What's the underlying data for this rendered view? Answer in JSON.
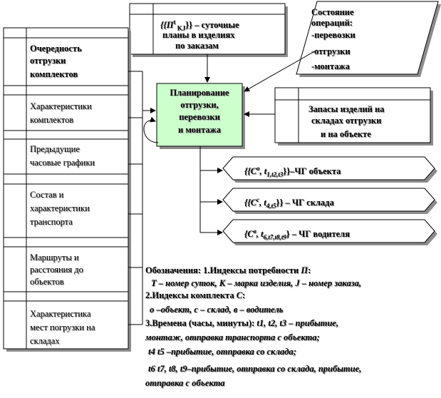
{
  "top_store": {
    "line1": "{{П",
    "sup1": "t",
    "sub1": " KJ",
    "line1b": "}} – суточные",
    "line2": "планы  в изделиях",
    "line3": "по заказам"
  },
  "state_store": {
    "title1": "Состояние",
    "title2": "операций:",
    "item1": "-перевозки",
    "item2": "-отгрузки",
    "item3": "-монтажа"
  },
  "process": {
    "line1": "Планирование",
    "line2": "отгрузки,",
    "line3": "перевозки",
    "line4": "и монтажа"
  },
  "stock_store": {
    "line1": "Запасы изделий на",
    "line2": "складах отгрузки",
    "line3": "и  на объекте"
  },
  "left_stores": [
    {
      "line1": "Очередность",
      "line2": "отгрузки",
      "line3": "комплектов"
    },
    {
      "line1": "Характеристики",
      "line2": "комплектов"
    },
    {
      "line1": "Предыдущие",
      "line2": "часовые графики"
    },
    {
      "line1": "Состав и",
      "line2": "характеристики",
      "line3": "транспорта"
    },
    {
      "line1": "Маршруты  и",
      "line2": "расстояния до",
      "line3": "объектов"
    },
    {
      "line1": "Характеристика",
      "line2": "мест погрузки  на",
      "line3": "складах"
    }
  ],
  "outputs": [
    {
      "prefix": "{{C",
      "sup": "o",
      "mid": ", t",
      "subs": "1,t2,t3",
      "suffix": "}}–ЧГ  объекта"
    },
    {
      "prefix": "{{C",
      "sup": "c",
      "mid": ", t",
      "subs": "4,t5",
      "suffix": "}} – ЧГ склада"
    },
    {
      "prefix": "{C",
      "sup": "в",
      "mid": ", t",
      "subs": "6,t7,t8,t9",
      "suffix": "} – ЧГ водителя"
    }
  ],
  "legend": {
    "l1a": "Обозначения: 1.Индексы потребности ",
    "l1b": "П",
    "l1c": ":",
    "l2": "Т – номер суток,  К – марка изделия,  J – номер заказа,",
    "l3": "2.Индексы  комплекта ",
    "l3b": "С",
    "l3c": ":",
    "l4": "о –объект, с – склад,  в – водитель",
    "l5a": "3.Времена (часы, минуты):   ",
    "l5b": "t1, t2, t3 – прибытие,",
    "l6": "монтаж, отправка транспорта с объекта;",
    "l7": "t4 t5 –прибытие, отправка со склада;",
    "l8": "t6 t7, t8, t9–прибытие, отправка со склада, прибытие,",
    "l9": "отправка с объекта"
  },
  "colors": {
    "process_fill": "#ccffcc",
    "shadow": "#8c8c8c"
  }
}
